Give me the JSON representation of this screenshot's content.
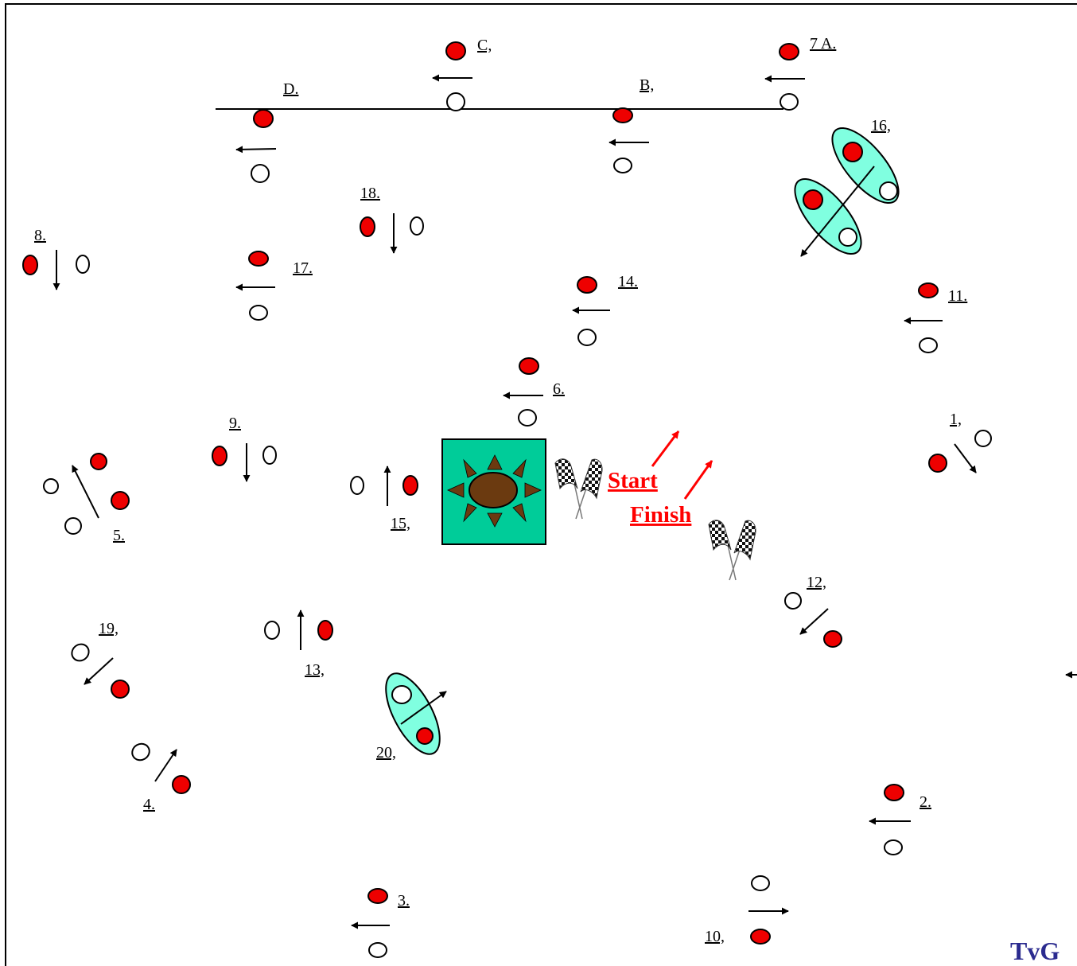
{
  "colors": {
    "red_pole": "#ee0000",
    "white_pole": "#ffffff",
    "oval_fill": "#80ffe0",
    "box_fill": "#00cc99",
    "sun_brown": "#6b3a10",
    "start_text": "#ff0000",
    "brand": "#2b2b8f"
  },
  "labels": {
    "l1": "1,",
    "l2": "2.",
    "l3": "3.",
    "l4": "4.",
    "l5": "5.",
    "l6": "6.",
    "l7a": "7 A.",
    "lb": "B,",
    "lc": "C,",
    "ld": "D.",
    "l8": "8.",
    "l9": "9.",
    "l10": "10,",
    "l11": "11.",
    "l12": "12,",
    "l13": "13,",
    "l14": "14.",
    "l15": "15,",
    "l16": "16,",
    "l17": "17.",
    "l18": "18.",
    "l19": "19,",
    "l20": "20,"
  },
  "start_label": "Start",
  "finish_label": "Finish",
  "brand": "TvG",
  "icons": {
    "flags": "checkered-flags-icon",
    "sun": "sun-icon"
  }
}
